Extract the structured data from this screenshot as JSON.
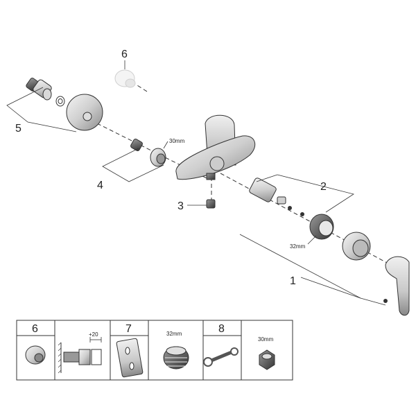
{
  "diagram": {
    "callouts": {
      "c1": "1",
      "c2": "2",
      "c3": "3",
      "c4": "4",
      "c5": "5",
      "c6": "6"
    },
    "dims": {
      "d30_top": "30mm",
      "d32_main": "32mm"
    }
  },
  "legend": {
    "cells": [
      {
        "number": "6"
      },
      {
        "dim": "+20"
      },
      {
        "number": "7"
      },
      {
        "dim": "32mm"
      },
      {
        "number": "8"
      },
      {
        "dim": "30mm"
      }
    ]
  }
}
